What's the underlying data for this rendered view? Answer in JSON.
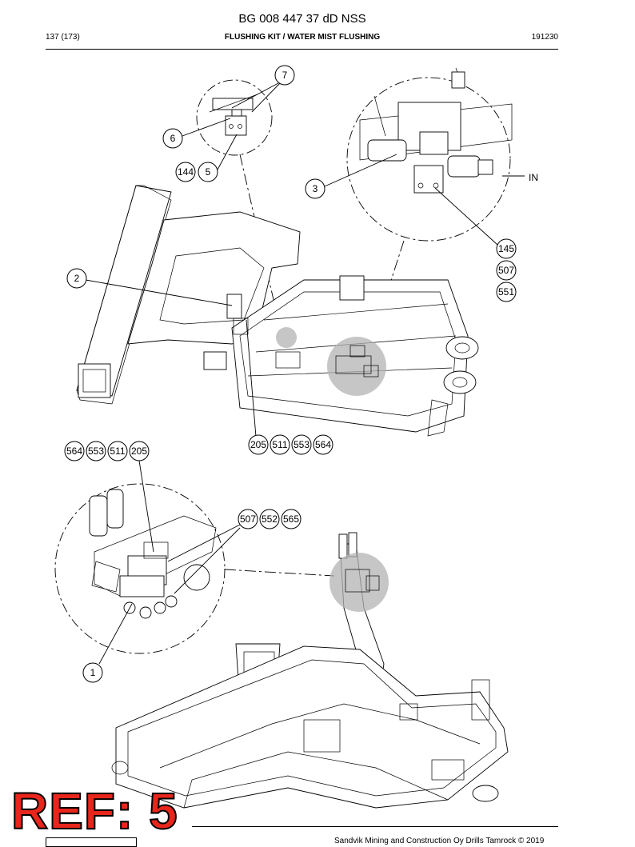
{
  "header": {
    "doc_number": "BG 008 447 37 dD NSS",
    "page": "137 (173)",
    "section": "FLUSHING KIT / WATER MIST FLUSHING",
    "date": "191230"
  },
  "callouts": {
    "c7": "7",
    "c6": "6",
    "c144": "144",
    "c5": "5",
    "c3": "3",
    "in_label": "IN",
    "c145": "145",
    "c507a": "507",
    "c551": "551",
    "c2": "2",
    "c205a": "205",
    "c511a": "511",
    "c553a": "553",
    "c564a": "564",
    "c564b": "564",
    "c553b": "553",
    "c511b": "511",
    "c205b": "205",
    "c507b": "507",
    "c552": "552",
    "c565": "565",
    "c1": "1"
  },
  "stamp": {
    "ref": "REF: 5"
  },
  "footer": {
    "copyright": "Sandvik Mining and Construction Oy Drills Tamrock © 2019"
  }
}
